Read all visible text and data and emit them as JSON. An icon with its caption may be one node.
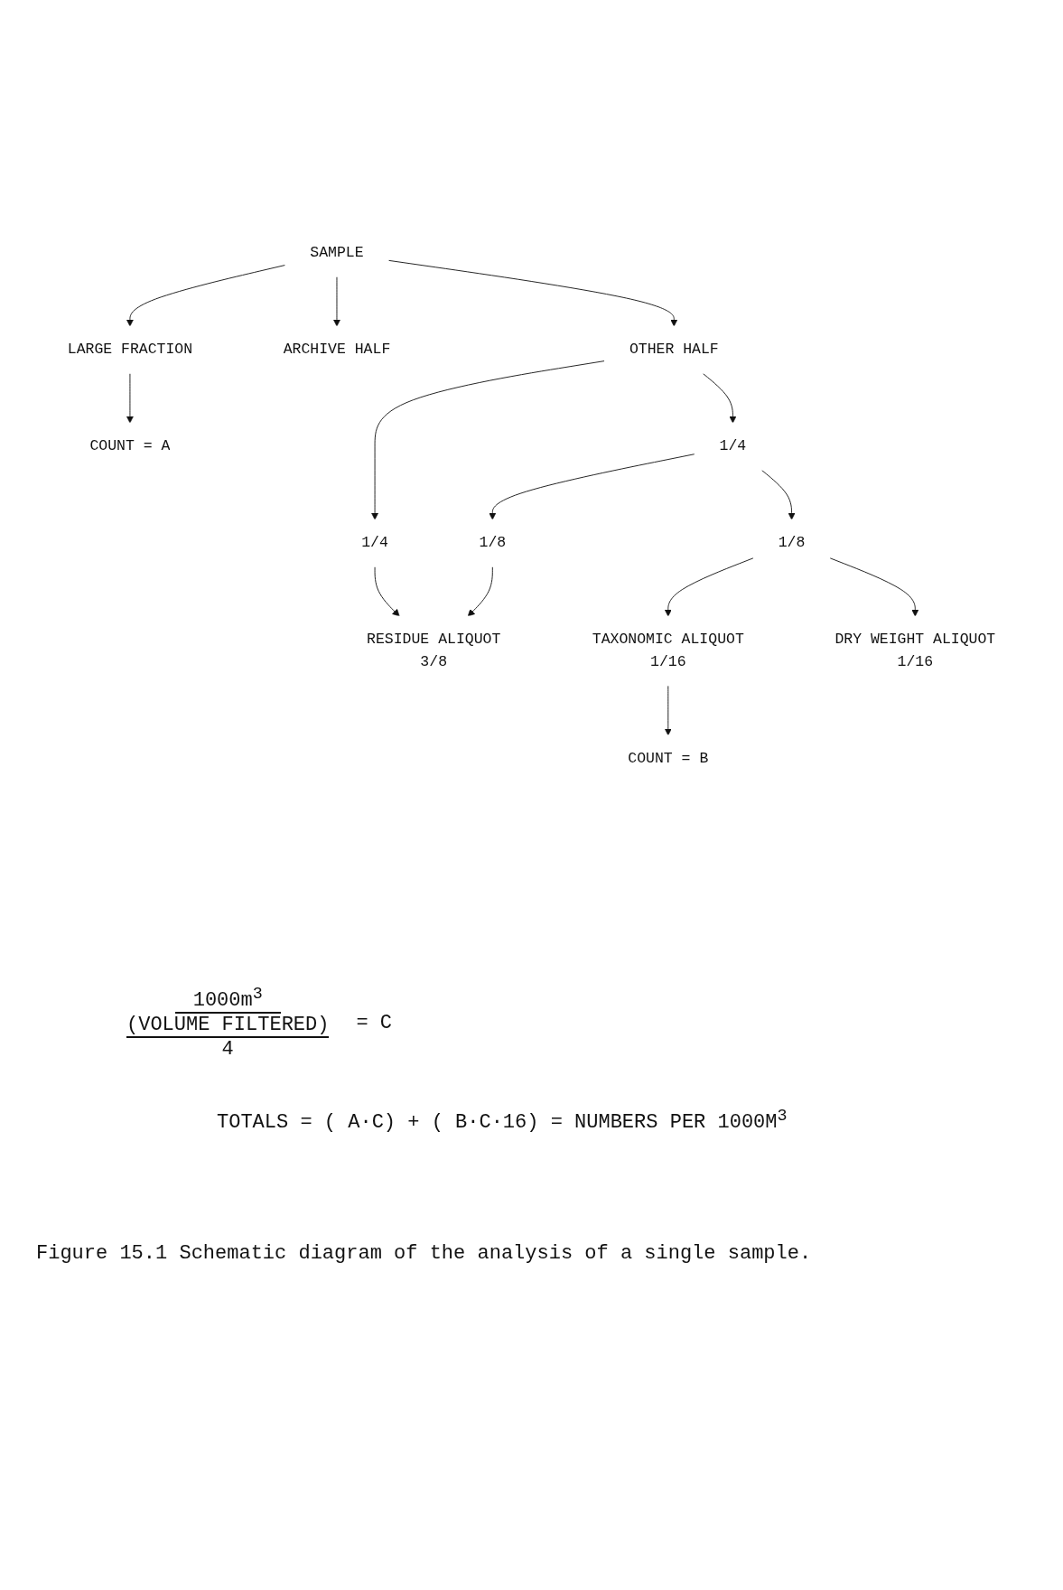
{
  "diagram": {
    "caption": "Figure 15.1 Schematic diagram of the analysis of a single sample.",
    "nodes": [
      {
        "text": [
          "SAMPLE"
        ]
      },
      {
        "text": [
          "LARGE FRACTION"
        ]
      },
      {
        "text": [
          "COUNT = A"
        ]
      },
      {
        "text": [
          "ARCHIVE HALF"
        ]
      },
      {
        "text": [
          "OTHER HALF"
        ]
      },
      {
        "text": [
          "1/4"
        ]
      },
      {
        "text": [
          "1/4"
        ]
      },
      {
        "text": [
          "1/8"
        ]
      },
      {
        "text": [
          "1/8"
        ]
      },
      {
        "text": [
          "RESIDUE ALIQUOT",
          "3/8"
        ]
      },
      {
        "text": [
          "TAXONOMIC ALIQUOT",
          "1/16"
        ]
      },
      {
        "text": [
          "DRY WEIGHT ALIQUOT",
          "1/16"
        ]
      },
      {
        "text": [
          "COUNT = B"
        ]
      }
    ],
    "edges": [
      {
        "from": 0,
        "to": 1,
        "arrow": "to"
      },
      {
        "from": 1,
        "to": 2,
        "arrow": "to"
      },
      {
        "from": 0,
        "to": 3,
        "arrow": "to"
      },
      {
        "from": 0,
        "to": 4,
        "arrow": "to"
      },
      {
        "from": 4,
        "to": 5,
        "arrow": "to"
      },
      {
        "from": 4,
        "to": 6,
        "arrow": "to"
      },
      {
        "from": 6,
        "to": 7,
        "arrow": "to"
      },
      {
        "from": 6,
        "to": 8,
        "arrow": "to"
      },
      {
        "from": 5,
        "to": 9,
        "arrow": "to"
      },
      {
        "from": 7,
        "to": 9,
        "arrow": "to"
      },
      {
        "from": 8,
        "to": 10,
        "arrow": "to"
      },
      {
        "from": 8,
        "to": 11,
        "arrow": "to"
      },
      {
        "from": 10,
        "to": 12,
        "arrow": "to"
      }
    ],
    "labels": [
      "1000m$^{3}$",
      "(VOLUME FILTERED)",
      "4",
      "= C",
      "TOTALS = ( A·C) + ( B·C·16) = NUMBERS PER 1000M$^{3}$"
    ]
  }
}
